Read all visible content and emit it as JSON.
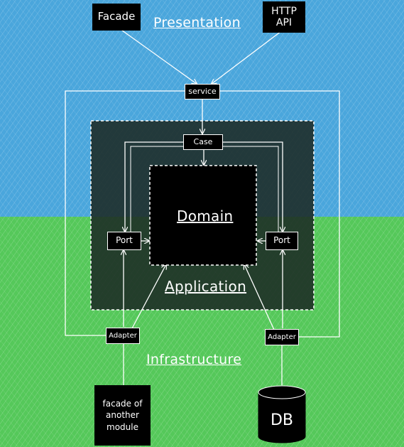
{
  "layers": {
    "presentation": "Presentation",
    "application": "Application",
    "domain": "Domain",
    "infrastructure": "Infrastructure"
  },
  "nodes": {
    "facade": "Facade",
    "http_api": "HTTP\nAPI",
    "service": "service",
    "case": "Case",
    "port_left": "Port",
    "port_right": "Port",
    "adapter_left": "Adapter",
    "adapter_right": "Adapter",
    "facade_other": "facade of\nanother\nmodule",
    "db": "DB"
  },
  "colors": {
    "presentation_bg": "#4aa6dc",
    "infrastructure_bg": "#55c85a",
    "application_bg": "#1d2a24",
    "box_bg": "#000000",
    "line": "#ffffff"
  }
}
